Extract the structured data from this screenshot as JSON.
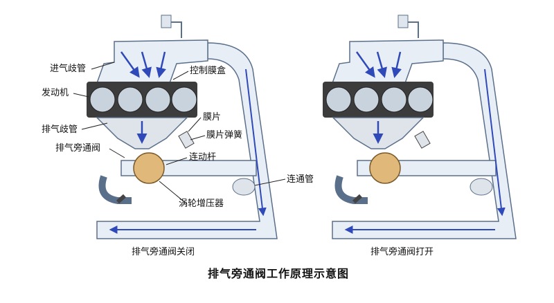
{
  "labels": {
    "intake_manifold": "进气歧管",
    "engine": "发动机",
    "exhaust_manifold": "排气歧管",
    "exhaust_bypass_valve": "排气旁通阀",
    "control_diaphragm_box": "控制膜盒",
    "diaphragm": "膜片",
    "diaphragm_spring": "膜片弹簧",
    "connecting_rod": "连动杆",
    "connecting_pipe": "连通管",
    "turbocharger": "涡轮增压器"
  },
  "captions": {
    "left": "排气旁通阀关闭",
    "right": "排气旁通阀打开"
  },
  "title": "排气旁通阀工作原理示意图",
  "colors": {
    "pipe_fill": "#e8eef6",
    "pipe_stroke": "#5a6f8a",
    "engine_block": "#3c3c3c",
    "cylinder": "#c9d3de",
    "flow_arrow": "#2f49b8",
    "turbo": "#e0b87a",
    "label_line": "#222222"
  }
}
